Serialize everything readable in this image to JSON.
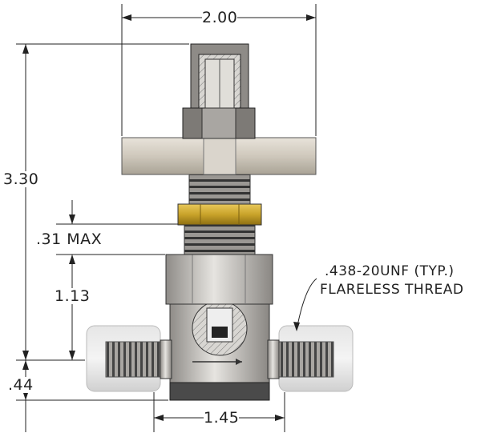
{
  "drawing": {
    "title": "Needle valve dimension drawing",
    "dimensions": {
      "handle_width": "2.00",
      "overall_height": "3.30",
      "panel_thickness": ".31 MAX",
      "stem_height": "1.13",
      "base_height": ".44",
      "port_spacing": "1.45"
    },
    "callout": {
      "line1": ".438-20UNF (TYP.)",
      "line2": "FLARELESS THREAD"
    },
    "colors": {
      "line": "#222222",
      "steel": "#b9b6b1",
      "brass": "#c9a32a",
      "handle": "#cfc8bc"
    }
  }
}
